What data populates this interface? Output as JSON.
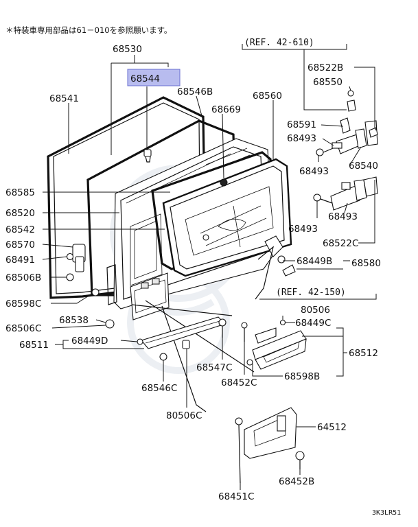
{
  "note": "＊特装車専用部品は61－010を参照願います。",
  "refs": [
    {
      "id": "ref-42-610",
      "text": "(REF.  42-610)"
    },
    {
      "id": "ref-42-150",
      "text": "(REF.  42-150)"
    }
  ],
  "highlighted_part": "68544",
  "diagram_code": "3K3LR51",
  "labels": [
    {
      "id": "68530",
      "text": "68530"
    },
    {
      "id": "68544",
      "text": "68544"
    },
    {
      "id": "68546B",
      "text": "68546B"
    },
    {
      "id": "68541",
      "text": "68541"
    },
    {
      "id": "68669",
      "text": "68669"
    },
    {
      "id": "68560",
      "text": "68560"
    },
    {
      "id": "68522B",
      "text": "68522B"
    },
    {
      "id": "68550",
      "text": "68550"
    },
    {
      "id": "68591",
      "text": "68591"
    },
    {
      "id": "68493a",
      "text": "68493"
    },
    {
      "id": "68493b",
      "text": "68493"
    },
    {
      "id": "68540",
      "text": "68540"
    },
    {
      "id": "68493c",
      "text": "68493"
    },
    {
      "id": "68493d",
      "text": "68493"
    },
    {
      "id": "68522C",
      "text": "68522C"
    },
    {
      "id": "68585",
      "text": "68585"
    },
    {
      "id": "68520",
      "text": "68520"
    },
    {
      "id": "68542",
      "text": "68542"
    },
    {
      "id": "68570",
      "text": "68570"
    },
    {
      "id": "68491",
      "text": "68491"
    },
    {
      "id": "68506B",
      "text": "68506B"
    },
    {
      "id": "68598C",
      "text": "68598C"
    },
    {
      "id": "68538",
      "text": "68538"
    },
    {
      "id": "68506C",
      "text": "68506C"
    },
    {
      "id": "68511",
      "text": "68511"
    },
    {
      "id": "68449D",
      "text": "68449D"
    },
    {
      "id": "68546C",
      "text": "68546C"
    },
    {
      "id": "80506C",
      "text": "80506C"
    },
    {
      "id": "68547C",
      "text": "68547C"
    },
    {
      "id": "68452C",
      "text": "68452C"
    },
    {
      "id": "80506",
      "text": "80506"
    },
    {
      "id": "68449C",
      "text": "68449C"
    },
    {
      "id": "68512",
      "text": "68512"
    },
    {
      "id": "68598B",
      "text": "68598B"
    },
    {
      "id": "68449B",
      "text": "68449B"
    },
    {
      "id": "68580",
      "text": "68580"
    },
    {
      "id": "64512",
      "text": "64512"
    },
    {
      "id": "68452B",
      "text": "68452B"
    },
    {
      "id": "68451C",
      "text": "68451C"
    }
  ]
}
